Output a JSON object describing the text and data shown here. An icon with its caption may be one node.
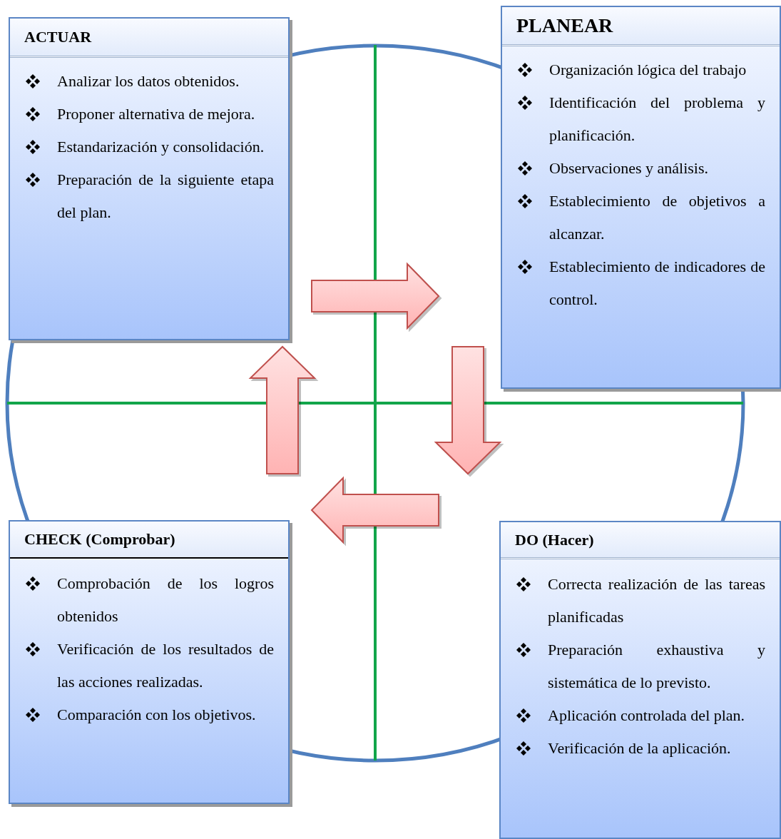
{
  "diagram": {
    "nodes": [
      {
        "text": [
          "ACTUAR",
          "Analizar los datos obtenidos.",
          "Proponer alternativa de mejora.",
          "Estandarización y consolidación.",
          "Preparación de la siguiente etapa del plan."
        ]
      },
      {
        "text": [
          "PLANEAR",
          "Organización lógica del trabajo",
          "Identificación del problema y planificación.",
          "Observaciones y análisis.",
          "Establecimiento de objetivos a alcanzar.",
          "Establecimiento de indicadores de control."
        ]
      },
      {
        "text": [
          "CHECK (Comprobar)",
          "Comprobación de los logros obtenidos",
          "Verificación de los resultados de las acciones realizadas.",
          "Comparación con los objetivos."
        ]
      },
      {
        "text": [
          "DO (Hacer)",
          "Correcta realización de las tareas planificadas",
          "Preparación exhaustiva y sistemática de lo previsto.",
          "Aplicación controlada del plan.",
          "Verificación de la aplicación."
        ]
      }
    ],
    "edges": [
      {
        "from": 0,
        "to": 1,
        "arrow": "to"
      },
      {
        "from": 1,
        "to": 3,
        "arrow": "to"
      },
      {
        "from": 3,
        "to": 2,
        "arrow": "to"
      },
      {
        "from": 2,
        "to": 0,
        "arrow": "to"
      }
    ]
  }
}
